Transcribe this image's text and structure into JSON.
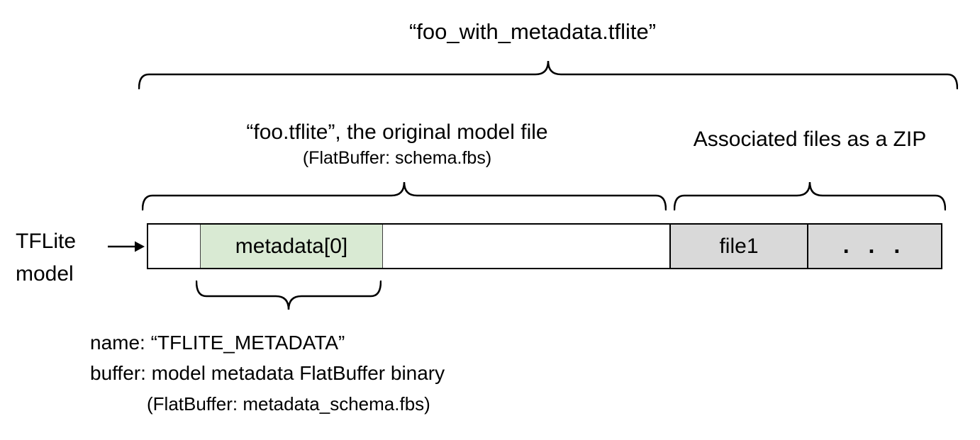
{
  "diagram": {
    "title": "“foo_with_metadata.tflite”",
    "model_section": {
      "title": "“foo.tflite”, the original model file",
      "subtitle": "(FlatBuffer: schema.fbs)"
    },
    "zip_section": {
      "title": "Associated files as a ZIP"
    },
    "pointer_label": {
      "line1": "TFLite",
      "line2": "model"
    },
    "bar": {
      "segments": [
        {
          "id": "file-header",
          "label": ""
        },
        {
          "id": "metadata-0",
          "label": "metadata[0]"
        },
        {
          "id": "model-body",
          "label": ""
        },
        {
          "id": "file1",
          "label": "file1"
        },
        {
          "id": "more-files",
          "label": ". . ."
        }
      ]
    },
    "metadata_note": {
      "line1": "name: “TFLITE_METADATA”",
      "line2": "buffer: model metadata FlatBuffer binary",
      "line3": "(FlatBuffer: metadata_schema.fbs)"
    },
    "colors": {
      "metadata_fill": "#d9ead3",
      "file_fill": "#d9d9d9",
      "stroke": "#000000"
    }
  }
}
